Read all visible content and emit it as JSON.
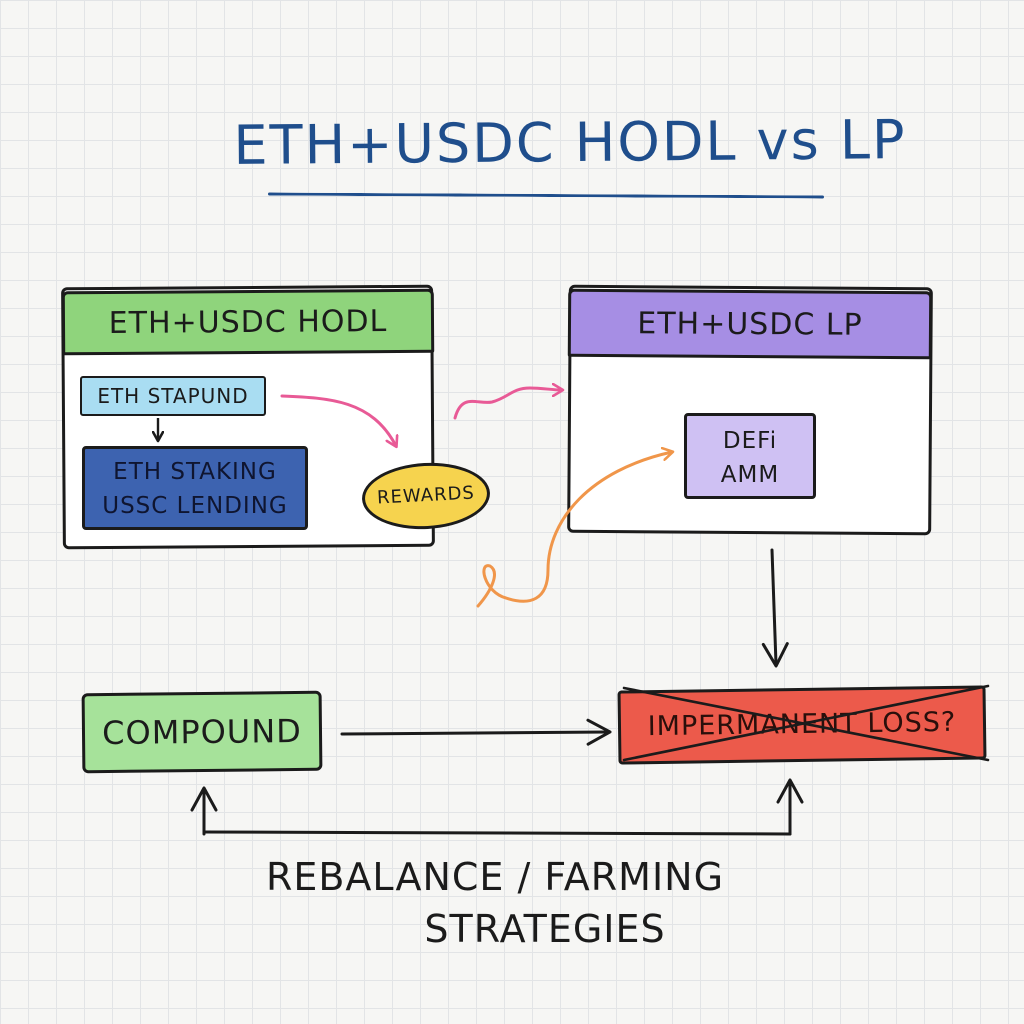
{
  "title": "ETH+USDC HODL vs LP",
  "hodl": {
    "header": "ETH+USDC HODL",
    "stapund": "ETH STAPUND",
    "staking_line1": "ETH STAKING",
    "staking_line2": "USSC LENDING",
    "rewards": "REWARDS"
  },
  "lp": {
    "header": "ETH+USDC LP",
    "defi_line1": "DEFi",
    "defi_line2": "AMM"
  },
  "bottom": {
    "compound": "COMPOUND",
    "impermanent_loss": "IMPERMANENT LOSS?",
    "strategies_line1": "REBALANCE / FARMING",
    "strategies_line2": "STRATEGIES"
  },
  "colors": {
    "title": "#1f4e8c",
    "hodl_header": "#8fd47c",
    "stapund": "#a9ddf2",
    "staking": "#3d63b0",
    "rewards": "#f6d34e",
    "lp_header": "#a68ee4",
    "defi": "#cfc1f3",
    "compound": "#a6e29a",
    "impermanent_loss": "#ec5a4b",
    "pink_arrow": "#e85a96",
    "orange_arrow": "#f0964a"
  }
}
